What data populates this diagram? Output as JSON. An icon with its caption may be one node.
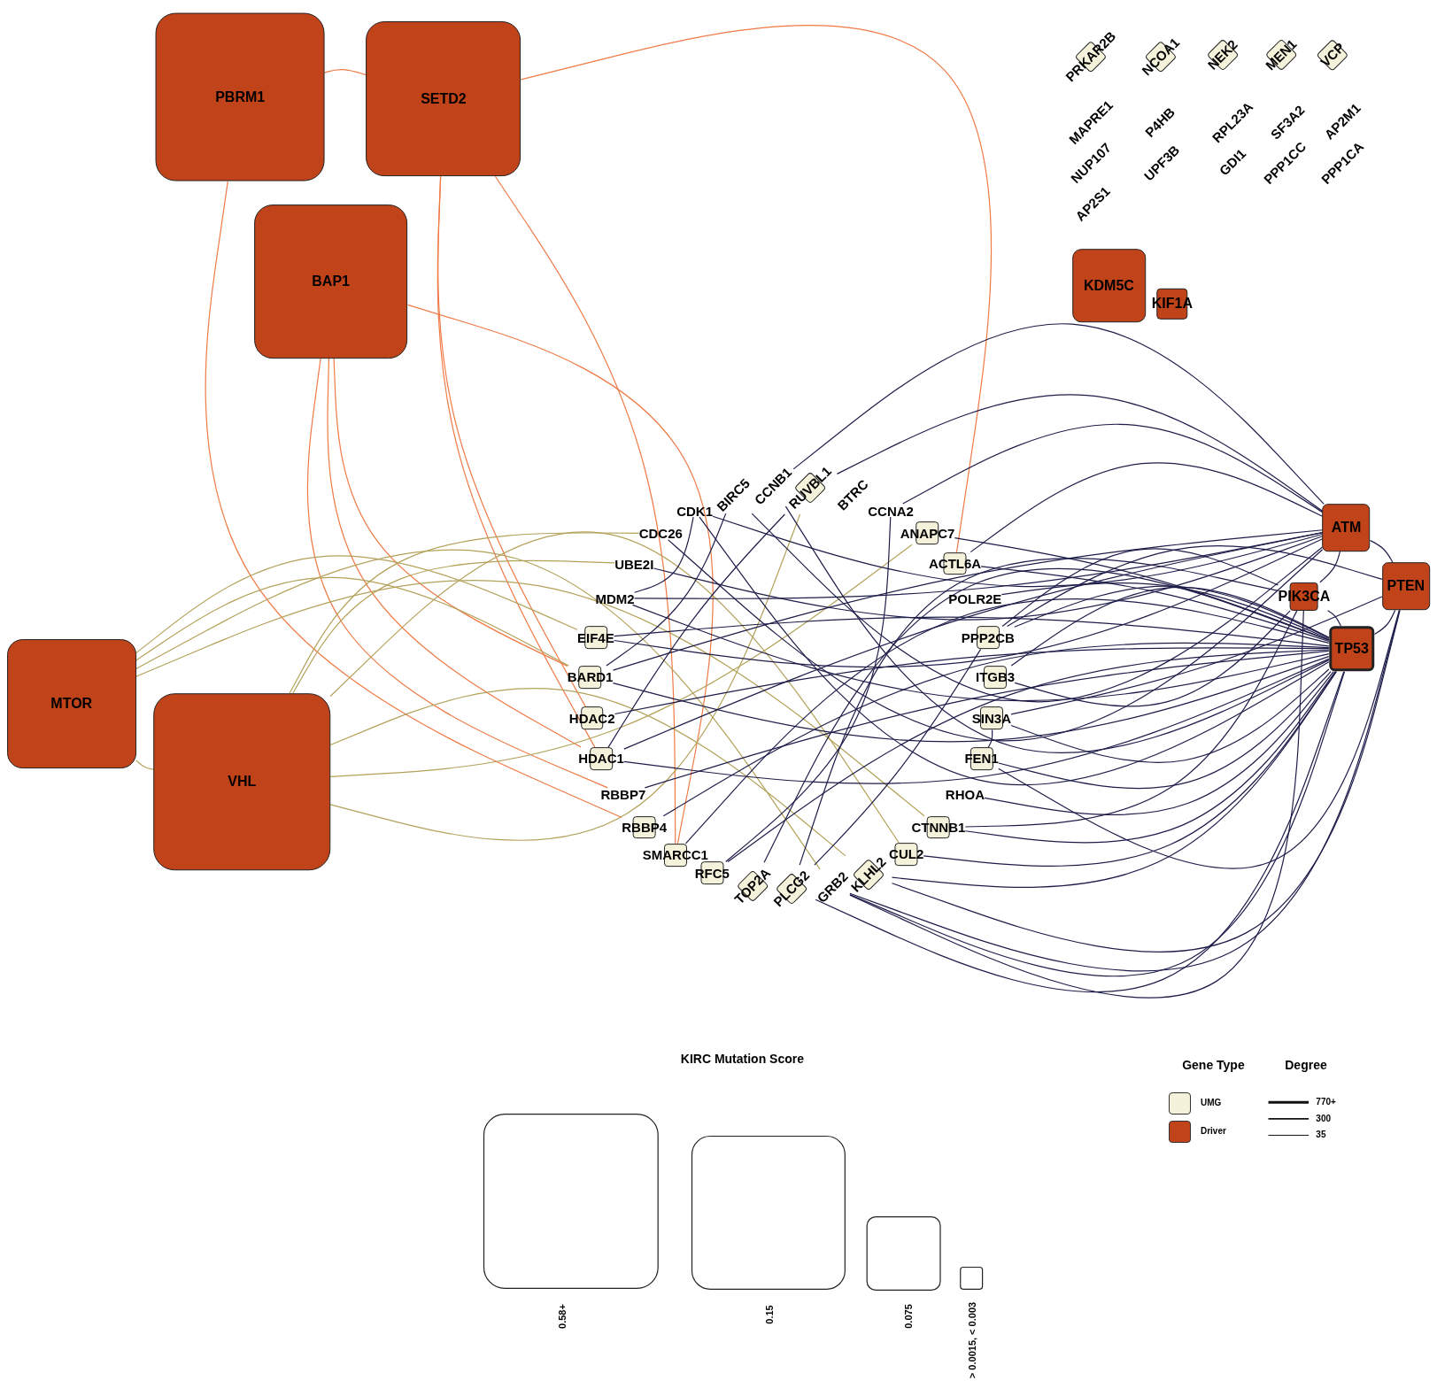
{
  "diagram": {
    "nodes": [
      {
        "text": [
          "PBRM1"
        ]
      },
      {
        "text": [
          "SETD2"
        ]
      },
      {
        "text": [
          "PRKAR2B"
        ]
      },
      {
        "text": [
          "NCOA1"
        ]
      },
      {
        "text": [
          "NEK2"
        ]
      },
      {
        "text": [
          "MEN1"
        ]
      },
      {
        "text": [
          "VCP"
        ]
      },
      {
        "text": [
          "MAPRE1"
        ]
      },
      {
        "text": [
          "P4HB"
        ]
      },
      {
        "text": [
          "RPL23A"
        ]
      },
      {
        "text": [
          "SF3A2"
        ]
      },
      {
        "text": [
          "AP2M1"
        ]
      },
      {
        "text": [
          "NUP107"
        ]
      },
      {
        "text": [
          "UPF3B"
        ]
      },
      {
        "text": [
          "GDI1"
        ]
      },
      {
        "text": [
          "PPP1CC"
        ]
      },
      {
        "text": [
          "PPP1CA"
        ]
      },
      {
        "text": [
          "AP2S1"
        ]
      },
      {
        "text": [
          "BAP1"
        ]
      },
      {
        "text": [
          "KDM5C"
        ]
      },
      {
        "text": [
          "KIF1A"
        ]
      },
      {
        "text": [
          "RUVBL1"
        ]
      },
      {
        "text": [
          "BIRC5"
        ]
      },
      {
        "text": [
          "CCNB1"
        ]
      },
      {
        "text": [
          "BTRC"
        ]
      },
      {
        "text": [
          "CDK1"
        ]
      },
      {
        "text": [
          "CCNA2"
        ]
      },
      {
        "text": [
          "ATM"
        ]
      },
      {
        "text": [
          "CDC26"
        ]
      },
      {
        "text": [
          "ANAPC7"
        ]
      },
      {
        "text": [
          "UBE2I"
        ]
      },
      {
        "text": [
          "ACTL6A"
        ]
      },
      {
        "text": [
          "PTEN"
        ]
      },
      {
        "text": [
          "MDM2"
        ]
      },
      {
        "text": [
          "POLR2E"
        ]
      },
      {
        "text": [
          "PIK3CA"
        ]
      },
      {
        "text": [
          "EIF4E"
        ]
      },
      {
        "text": [
          "PPP2CB"
        ]
      },
      {
        "text": [
          "TP53"
        ]
      },
      {
        "text": [
          "BARD1"
        ]
      },
      {
        "text": [
          "ITGB3"
        ]
      },
      {
        "text": [
          "MTOR"
        ]
      },
      {
        "text": [
          "HDAC2"
        ]
      },
      {
        "text": [
          "SIN3A"
        ]
      },
      {
        "text": [
          "HDAC1"
        ]
      },
      {
        "text": [
          "FEN1"
        ]
      },
      {
        "text": [
          "VHL"
        ]
      },
      {
        "text": [
          "RBBP7"
        ]
      },
      {
        "text": [
          "RHOA"
        ]
      },
      {
        "text": [
          "RBBP4"
        ]
      },
      {
        "text": [
          "CTNNB1"
        ]
      },
      {
        "text": [
          "SMARCC1"
        ]
      },
      {
        "text": [
          "CUL2"
        ]
      },
      {
        "text": [
          "RFC5"
        ]
      },
      {
        "text": [
          "KLHL2"
        ]
      },
      {
        "text": [
          "TOP2A"
        ]
      },
      {
        "text": [
          "PLCG2"
        ]
      },
      {
        "text": [
          "GRB2"
        ]
      }
    ],
    "edges": [
      {
        "from": 0,
        "to": 1,
        "arrow": "none",
        "color": "#f07a45"
      },
      {
        "from": 0,
        "to": 49,
        "arrow": "none",
        "color": "#f07a45"
      },
      {
        "from": 1,
        "to": 31,
        "arrow": "none",
        "color": "#f07a45"
      },
      {
        "from": 1,
        "to": 42,
        "arrow": "none",
        "color": "#f07a45"
      },
      {
        "from": 1,
        "to": 44,
        "arrow": "none",
        "color": "#f07a45"
      },
      {
        "from": 1,
        "to": 51,
        "arrow": "none",
        "color": "#f07a45"
      },
      {
        "from": 18,
        "to": 39,
        "arrow": "none",
        "color": "#f07a45"
      },
      {
        "from": 18,
        "to": 44,
        "arrow": "none",
        "color": "#f07a45"
      },
      {
        "from": 18,
        "to": 47,
        "arrow": "none",
        "color": "#f07a45"
      },
      {
        "from": 18,
        "to": 51,
        "arrow": "none",
        "color": "#f07a45"
      },
      {
        "from": 41,
        "to": 46,
        "arrow": "none",
        "color": "#b3a25a"
      },
      {
        "from": 41,
        "to": 36,
        "arrow": "none",
        "color": "#b3a25a"
      },
      {
        "from": 41,
        "to": 39,
        "arrow": "none",
        "color": "#b3a25a"
      },
      {
        "from": 41,
        "to": 50,
        "arrow": "none",
        "color": "#b3a25a"
      },
      {
        "from": 41,
        "to": 57,
        "arrow": "none",
        "color": "#b3a25a"
      },
      {
        "from": 46,
        "to": 29,
        "arrow": "none",
        "color": "#b3a25a"
      },
      {
        "from": 46,
        "to": 28,
        "arrow": "none",
        "color": "#b3a25a"
      },
      {
        "from": 46,
        "to": 30,
        "arrow": "none",
        "color": "#b3a25a"
      },
      {
        "from": 46,
        "to": 21,
        "arrow": "none",
        "color": "#b3a25a"
      },
      {
        "from": 46,
        "to": 52,
        "arrow": "none",
        "color": "#b3a25a"
      },
      {
        "from": 46,
        "to": 54,
        "arrow": "none",
        "color": "#b3a25a"
      },
      {
        "from": 27,
        "to": 32,
        "arrow": "none"
      },
      {
        "from": 35,
        "to": 38,
        "arrow": "none"
      },
      {
        "from": 32,
        "to": 38,
        "arrow": "none"
      },
      {
        "from": 27,
        "to": 25,
        "arrow": "none"
      },
      {
        "from": 27,
        "to": 22,
        "arrow": "none"
      },
      {
        "from": 27,
        "to": 23,
        "arrow": "none"
      },
      {
        "from": 27,
        "to": 28,
        "arrow": "none"
      },
      {
        "from": 27,
        "to": 30,
        "arrow": "none"
      },
      {
        "from": 27,
        "to": 33,
        "arrow": "none"
      },
      {
        "from": 27,
        "to": 26,
        "arrow": "none"
      },
      {
        "from": 27,
        "to": 21,
        "arrow": "none"
      },
      {
        "from": 27,
        "to": 36,
        "arrow": "none"
      },
      {
        "from": 27,
        "to": 44,
        "arrow": "none"
      },
      {
        "from": 27,
        "to": 39,
        "arrow": "none"
      },
      {
        "from": 27,
        "to": 31,
        "arrow": "none"
      },
      {
        "from": 27,
        "to": 35,
        "arrow": "none"
      },
      {
        "from": 38,
        "to": 25,
        "arrow": "none"
      },
      {
        "from": 38,
        "to": 23,
        "arrow": "none"
      },
      {
        "from": 38,
        "to": 33,
        "arrow": "none"
      },
      {
        "from": 38,
        "to": 36,
        "arrow": "none"
      },
      {
        "from": 38,
        "to": 39,
        "arrow": "none"
      },
      {
        "from": 38,
        "to": 42,
        "arrow": "none"
      },
      {
        "from": 38,
        "to": 44,
        "arrow": "none"
      },
      {
        "from": 38,
        "to": 47,
        "arrow": "none"
      },
      {
        "from": 38,
        "to": 49,
        "arrow": "none"
      },
      {
        "from": 38,
        "to": 51,
        "arrow": "none"
      },
      {
        "from": 38,
        "to": 53,
        "arrow": "none"
      },
      {
        "from": 38,
        "to": 55,
        "arrow": "none"
      },
      {
        "from": 38,
        "to": 56,
        "arrow": "none"
      },
      {
        "from": 38,
        "to": 54,
        "arrow": "none"
      },
      {
        "from": 38,
        "to": 52,
        "arrow": "none"
      },
      {
        "from": 38,
        "to": 50,
        "arrow": "none"
      },
      {
        "from": 38,
        "to": 45,
        "arrow": "none"
      },
      {
        "from": 38,
        "to": 43,
        "arrow": "none"
      },
      {
        "from": 38,
        "to": 40,
        "arrow": "none"
      },
      {
        "from": 38,
        "to": 37,
        "arrow": "none"
      },
      {
        "from": 38,
        "to": 29,
        "arrow": "none"
      },
      {
        "from": 38,
        "to": 31,
        "arrow": "none"
      },
      {
        "from": 38,
        "to": 34,
        "arrow": "none"
      },
      {
        "from": 38,
        "to": 48,
        "arrow": "none"
      },
      {
        "from": 38,
        "to": 57,
        "arrow": "none"
      },
      {
        "from": 32,
        "to": 37,
        "arrow": "none"
      },
      {
        "from": 32,
        "to": 45,
        "arrow": "none"
      },
      {
        "from": 32,
        "to": 57,
        "arrow": "none"
      },
      {
        "from": 32,
        "to": 54,
        "arrow": "none"
      },
      {
        "from": 32,
        "to": 43,
        "arrow": "none"
      },
      {
        "from": 35,
        "to": 37,
        "arrow": "none"
      },
      {
        "from": 35,
        "to": 56,
        "arrow": "none"
      },
      {
        "from": 35,
        "to": 57,
        "arrow": "none"
      },
      {
        "from": 35,
        "to": 40,
        "arrow": "none"
      },
      {
        "from": 35,
        "to": 50,
        "arrow": "none"
      },
      {
        "from": 43,
        "to": 45,
        "arrow": "none"
      },
      {
        "from": 44,
        "to": 21,
        "arrow": "none"
      },
      {
        "from": 53,
        "to": 26,
        "arrow": "none"
      },
      {
        "from": 56,
        "to": 37,
        "arrow": "none"
      },
      {
        "from": 39,
        "to": 22,
        "arrow": "none"
      },
      {
        "from": 33,
        "to": 25,
        "arrow": "none"
      }
    ],
    "labels": [
      "KIRC Mutation Score",
      "Gene Type",
      "Degree",
      "0.58+",
      "0.15",
      "0.075",
      "> 0.0015, < 0.003"
    ],
    "legend": [
      {
        "text": "UMG",
        "color": "#f4f2da"
      },
      {
        "text": "Driver",
        "color": "#c1431a"
      },
      {
        "text": "770+"
      },
      {
        "text": "300"
      },
      {
        "text": "35"
      }
    ]
  }
}
